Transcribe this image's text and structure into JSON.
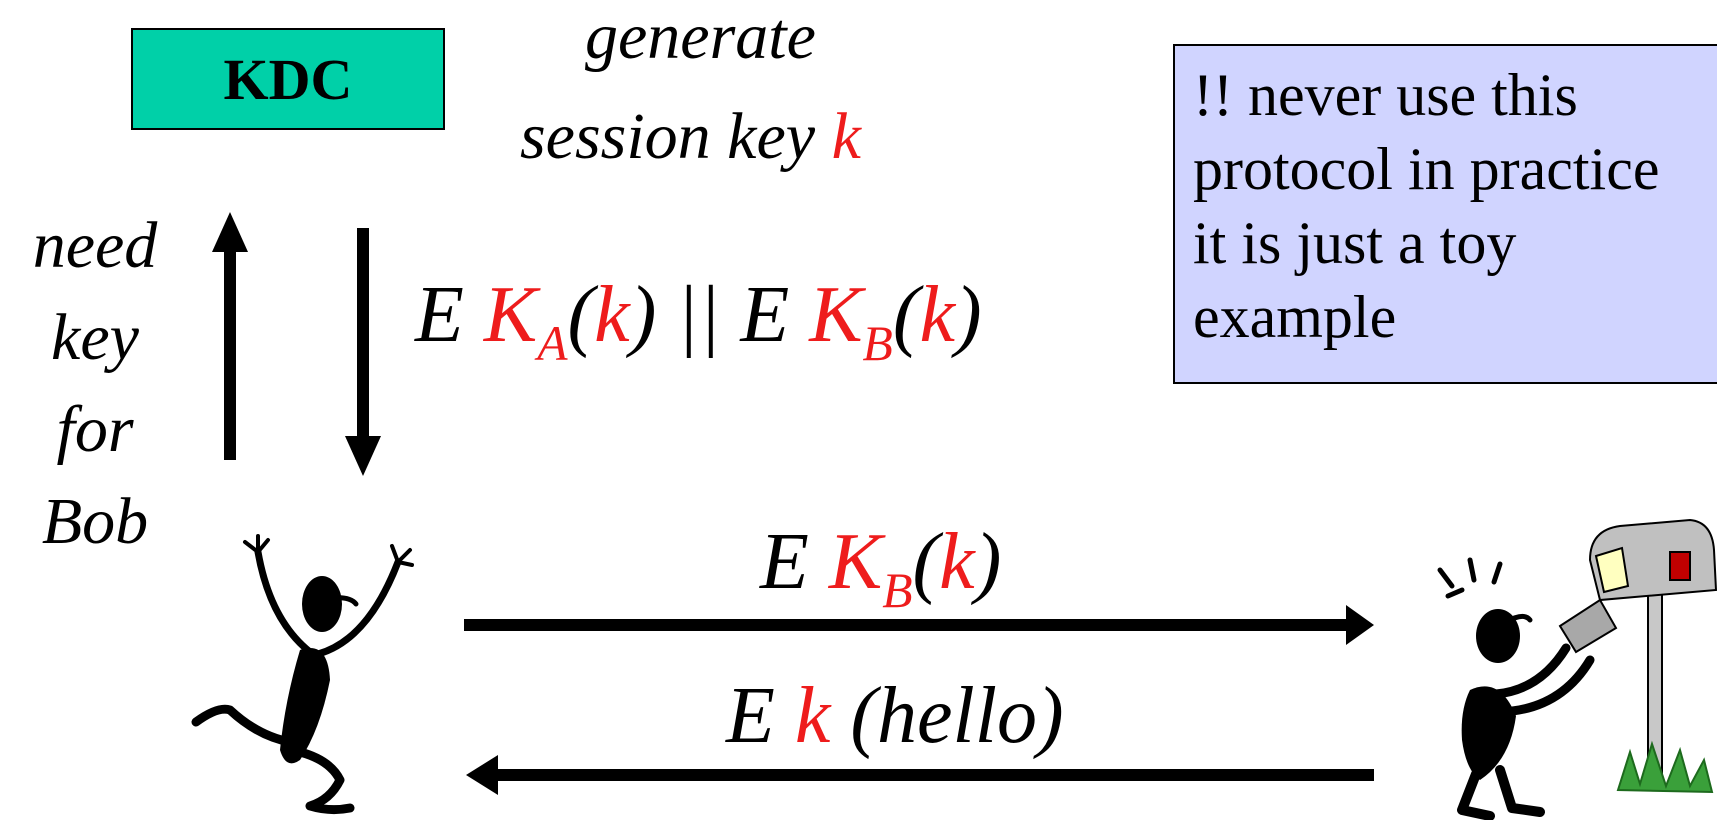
{
  "kdc_label": "KDC",
  "generate_line1": "generate",
  "generate_line2_prefix": "session key ",
  "generate_line2_key": "k",
  "request_lines": [
    "need",
    "key",
    "for",
    "Bob"
  ],
  "kdc_reply": {
    "e1": "E ",
    "ka": "K",
    "ka_sub": "A",
    "ka_arg_open": "(",
    "ka_arg": "k",
    "ka_arg_close": ")",
    "sep": " || ",
    "e2": "E ",
    "kb": "K",
    "kb_sub": "B",
    "kb_arg_open": "(",
    "kb_arg": "k",
    "kb_arg_close": ")"
  },
  "to_bob": {
    "e": "E ",
    "kb": "K",
    "kb_sub": "B",
    "arg_open": "(",
    "arg": "k",
    "arg_close": ")"
  },
  "from_bob": {
    "e": "E ",
    "k": "k",
    "msg": " (hello)"
  },
  "warning_note": [
    "!! never use this",
    "protocol in practice",
    "it is just a toy",
    "example"
  ],
  "colors": {
    "kdc_box": "#00d0a8",
    "key_red": "#ee1c1c",
    "note_bg": "#d0d4ff"
  }
}
